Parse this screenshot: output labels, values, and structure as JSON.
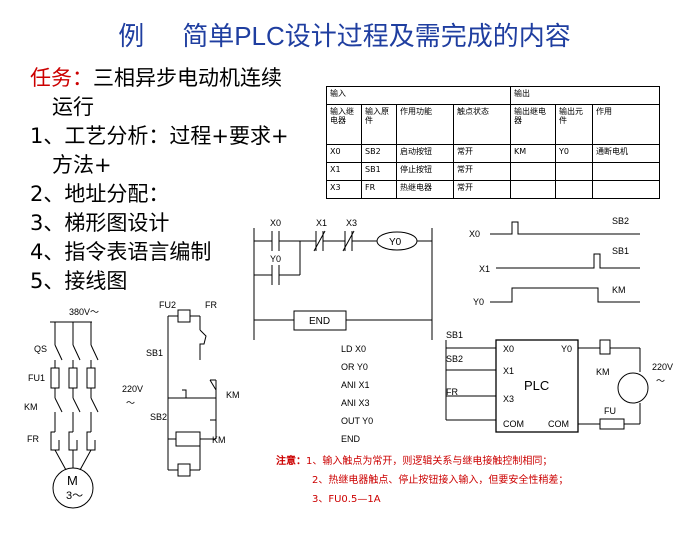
{
  "title": {
    "prefix": "例",
    "text": "简单PLC设计过程及需完成的内容"
  },
  "tasks": [
    {
      "label": "任务：",
      "text": "三相异步电动机连续",
      "cont": "运行"
    },
    {
      "label": "1、",
      "text": "工艺分析：过程+要求+",
      "cont": "方法+"
    },
    {
      "label": "2、",
      "text": "地址分配："
    },
    {
      "label": "3、",
      "text": "梯形图设计"
    },
    {
      "label": "4、",
      "text": "指令表语言编制"
    },
    {
      "label": "5、",
      "text": "接线图"
    }
  ],
  "io_table": {
    "input_header": "输入",
    "output_header": "输出",
    "columns": [
      "输入继电器",
      "输入原件",
      "作用功能",
      "触点状态",
      "输出继电器",
      "输出元件",
      "作用"
    ],
    "rows": [
      [
        "X0",
        "SB2",
        "启动按钮",
        "常开",
        "KM",
        "Y0",
        "通断电机"
      ],
      [
        "X1",
        "SB1",
        "停止按钮",
        "常开",
        "",
        "",
        ""
      ],
      [
        "X3",
        "FR",
        "热继电器",
        "常开",
        "",
        "",
        ""
      ]
    ]
  },
  "ladder": {
    "contacts": [
      "X0",
      "X1",
      "X3"
    ],
    "coil": "Y0",
    "hold": "Y0",
    "end": "END"
  },
  "timing": {
    "signals": [
      "X0",
      "X1",
      "Y0"
    ],
    "events": [
      "SB2",
      "SB1",
      "KM"
    ]
  },
  "instructions": [
    "LD  X0",
    "OR  Y0",
    "ANI  X1",
    "ANI  X3",
    "OUT Y0",
    "END"
  ],
  "power_circuit": {
    "supply": "380V～",
    "labels": [
      "QS",
      "FU1",
      "KM",
      "FR"
    ],
    "motor": "M",
    "motor_phase": "3～"
  },
  "control_circuit": {
    "labels": [
      "FU2",
      "FR",
      "SB1",
      "SB2",
      "KM",
      "KM"
    ],
    "supply": "220V",
    "tilde": "～"
  },
  "plc_wiring": {
    "inputs": [
      "SB1",
      "SB2",
      "FR"
    ],
    "terminals_in": [
      "X0",
      "X1",
      "X3",
      "COM"
    ],
    "terminals_out": [
      "Y0",
      "COM"
    ],
    "plc": "PLC",
    "outputs": [
      "KM",
      "FU"
    ],
    "supply": "220V",
    "tilde": "～"
  },
  "notes": {
    "head": "注意：",
    "items": [
      "1、输入触点为常开，则逻辑关系与继电接触控制相同；",
      "2、热继电器触点、停止按钮接入输入，但要安全性稍差；",
      "3、FU0.5—1A"
    ]
  }
}
